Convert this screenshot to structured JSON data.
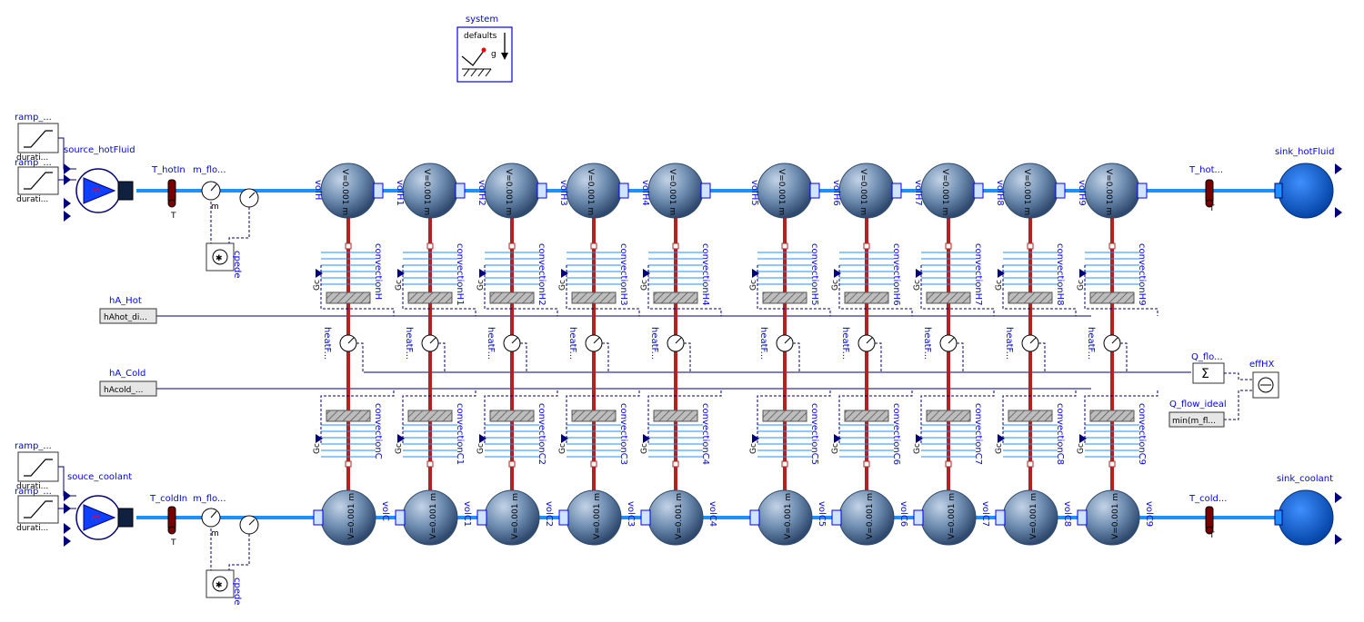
{
  "system": {
    "name": "system",
    "defaults": "defaults",
    "g": "g"
  },
  "sources": {
    "hot": {
      "name": "source_hotFluid",
      "ramp1": "ramp_...",
      "ramp2": "ramp_...",
      "ramp_text": "durati...",
      "pump_m": "m"
    },
    "cold": {
      "name": "souce_coolant",
      "ramp1": "ramp_...",
      "ramp2": "ramp_...",
      "ramp_text": "durati...",
      "pump_m": "m"
    }
  },
  "sensors": {
    "T_hotIn": "T_hotIn",
    "T_coldIn": "T_coldIn",
    "m_flow_hot": "m_flo...",
    "m_flow_cold": "m_flo...",
    "T_hotOut": "T_hot...",
    "T_coldOut": "T_cold...",
    "cp_hot": "cpede",
    "cp_cold": "cpede",
    "sensor_T": "T",
    "sensor_m": "m"
  },
  "sinks": {
    "hot": "sink_hotFluid",
    "cold": "sink_coolant"
  },
  "parameters": {
    "hA_Hot": {
      "label": "hA_Hot",
      "value": "hAhot_di..."
    },
    "hA_Cold": {
      "label": "hA_Cold",
      "value": "hAcold_..."
    }
  },
  "volumes": {
    "hot": [
      "volH",
      "volH1",
      "volH2",
      "volH3",
      "volH4",
      "volH5",
      "volH6",
      "volH7",
      "volH8",
      "volH9"
    ],
    "cold": [
      "volC",
      "volC1",
      "volC2",
      "volC3",
      "volC4",
      "volC5",
      "volC6",
      "volC7",
      "volC8",
      "volC9"
    ],
    "hot_text": "V=0.001 m",
    "cold_text": "V=0.001 m"
  },
  "convection": {
    "hot": [
      "convectionH",
      "convectionH1",
      "convectionH2",
      "convectionH3",
      "convectionH4",
      "convectionH5",
      "convectionH6",
      "convectionH7",
      "convectionH8",
      "convectionH9"
    ],
    "cold": [
      "convectionC",
      "convectionC1",
      "convectionC2",
      "convectionC3",
      "convectionC4",
      "convectionC5",
      "convectionC6",
      "convectionC7",
      "convectionC8",
      "convectionC9"
    ],
    "gc": "Gc"
  },
  "heatflow": {
    "label": "heatF..."
  },
  "outputs": {
    "Q_flow": "Q_flo...",
    "sum_symbol": "Σ",
    "effHX": "effHX",
    "Q_flow_ideal": "Q_flow_ideal",
    "Q_flow_ideal_expr": "min(m_fl..."
  },
  "colors": {
    "fluid": "#1e90ff",
    "heat": "#b22222",
    "signal": "#00007f",
    "label": "#0000ff",
    "sphere": "#5a7aa0"
  }
}
